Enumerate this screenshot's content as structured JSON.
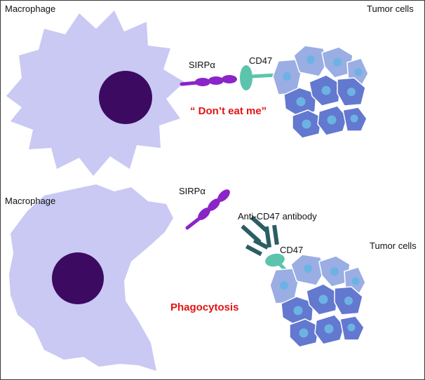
{
  "colors": {
    "macrophage": "#c9c9f4",
    "nucleus": "#3d0a62",
    "sirpa": "#8a25c7",
    "cd47": "#5cc4ac",
    "antibody": "#2b5e62",
    "tumor_light": "#9aaee4",
    "tumor_dark": "#6378cf",
    "tumor_nucleus": "#6cb3e4",
    "highlight": "#e11414"
  },
  "top_panel": {
    "macrophage_label": "Macrophage",
    "tumor_label": "Tumor cells",
    "sirpa_label": "SIRPα",
    "cd47_label": "CD47",
    "message": "“ Don’t eat me”"
  },
  "bottom_panel": {
    "macrophage_label": "Macrophage",
    "tumor_label": "Tumor cells",
    "sirpa_label": "SIRPα",
    "antibody_label": "Anti-CD47 antibody",
    "cd47_label": "CD47",
    "message": "Phagocytosis"
  }
}
